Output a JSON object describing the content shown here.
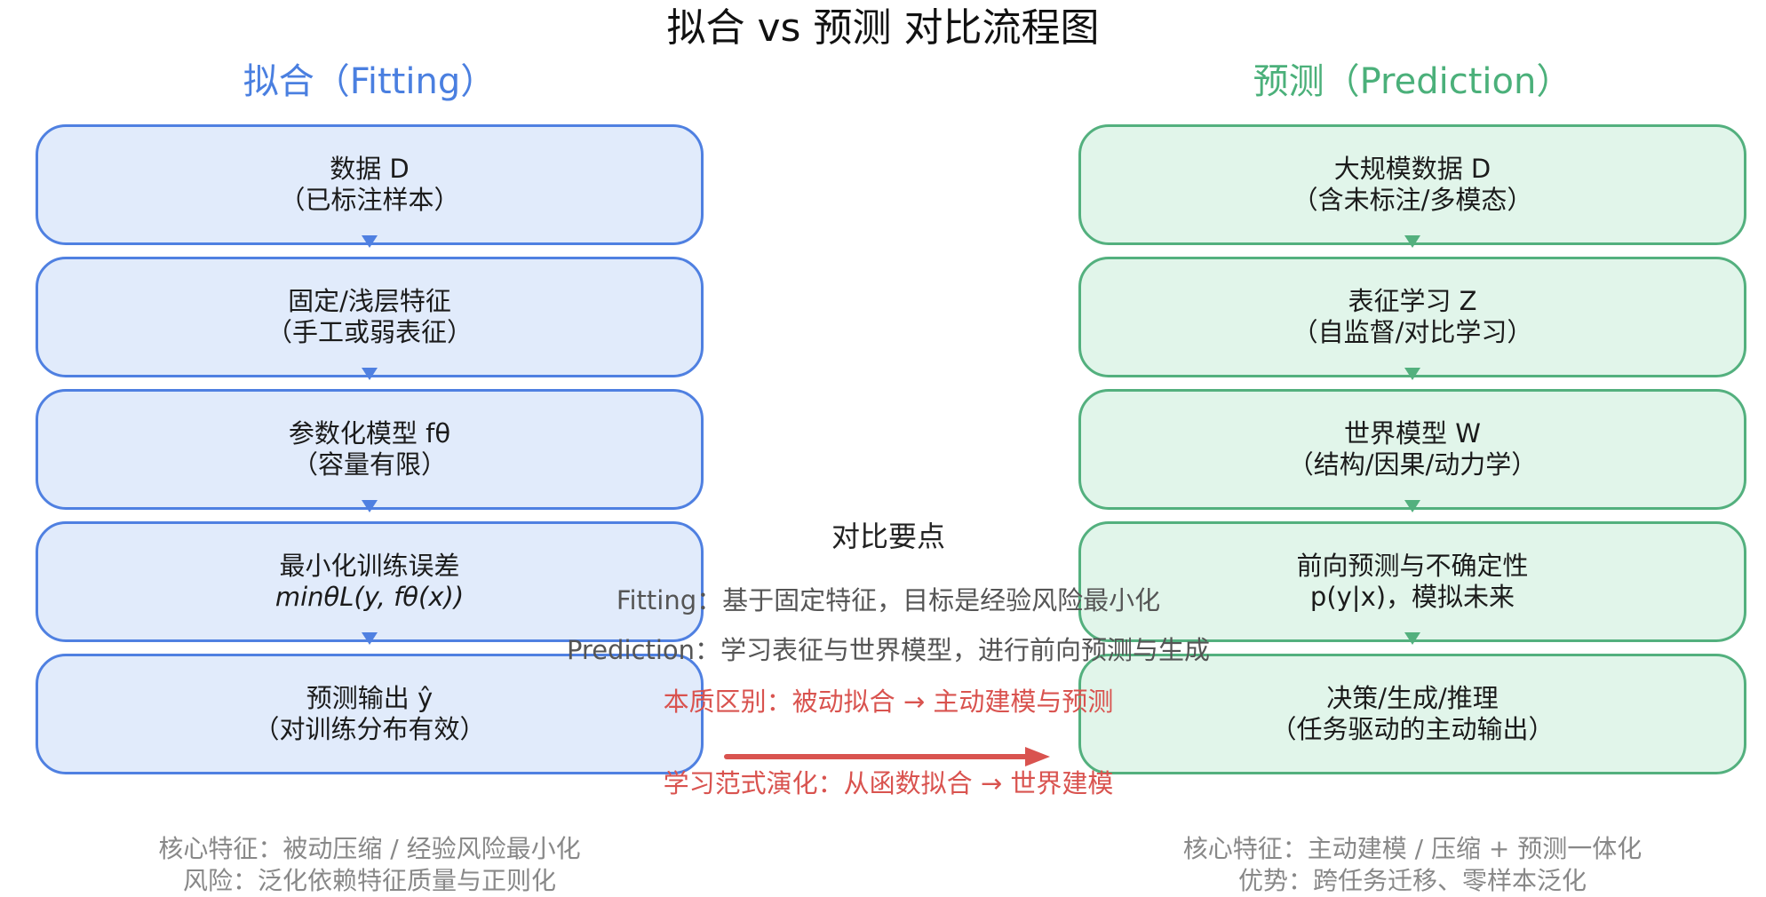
{
  "title": "拟合 vs 预测 对比流程图",
  "fitting": {
    "heading": "拟合（Fitting）",
    "steps": [
      {
        "line1": "数据 D",
        "line2": "（已标注样本）"
      },
      {
        "line1": "固定/浅层特征",
        "line2": "（手工或弱表征）"
      },
      {
        "line1": "参数化模型 fθ",
        "line2": "（容量有限）"
      },
      {
        "line1": "最小化训练误差",
        "line2": "minθL(y, fθ(x))"
      },
      {
        "line1": "预测输出 ŷ",
        "line2": "（对训练分布有效）"
      }
    ],
    "footer_line1": "核心特征：被动压缩 / 经验风险最小化",
    "footer_line2": "风险：泛化依赖特征质量与正则化"
  },
  "prediction": {
    "heading": "预测（Prediction）",
    "steps": [
      {
        "line1": "大规模数据 D",
        "line2": "（含未标注/多模态）"
      },
      {
        "line1": "表征学习 Z",
        "line2": "（自监督/对比学习）"
      },
      {
        "line1": "世界模型 W",
        "line2": "（结构/因果/动力学）"
      },
      {
        "line1": "前向预测与不确定性",
        "line2": "p(y|x)，模拟未来"
      },
      {
        "line1": "决策/生成/推理",
        "line2": "（任务驱动的主动输出）"
      }
    ],
    "footer_line1": "核心特征：主动建模 / 压缩 + 预测一体化",
    "footer_line2": "优势：跨任务迁移、零样本泛化"
  },
  "comparison": {
    "heading": "对比要点",
    "fitting_point": "Fitting：基于固定特征，目标是经验风险最小化",
    "prediction_point": "Prediction：学习表征与世界模型，进行前向预测与生成",
    "essential_difference": "本质区别：被动拟合 → 主动建模与预测",
    "paradigm_shift": "学习范式演化：从函数拟合 → 世界建模"
  },
  "colors": {
    "fitting_accent": "#4f80e1",
    "fitting_fill": "#e1ebfb",
    "prediction_accent": "#53b07e",
    "prediction_fill": "#e1f5ea",
    "highlight": "#d9534f"
  }
}
